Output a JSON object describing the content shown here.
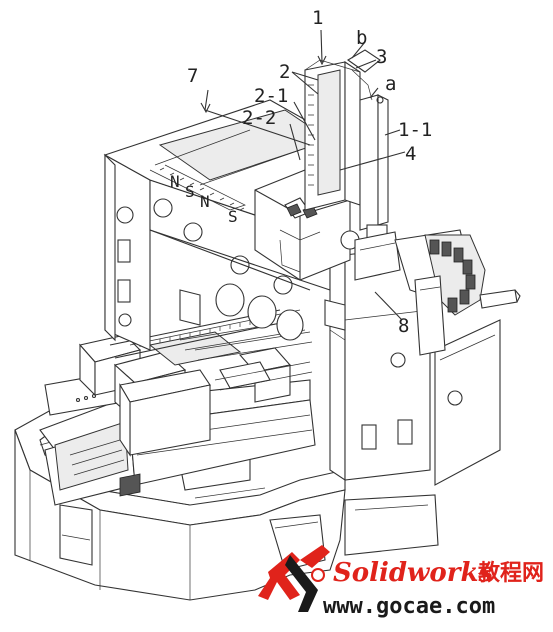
{
  "labels": {
    "l1": "1",
    "l2": "2",
    "l2_1": "2-1",
    "l2_2": "2-2",
    "l3": "3",
    "l4": "4",
    "l7": "7",
    "l8": "8",
    "l1_1": "1-1",
    "la": "a",
    "lb": "b"
  },
  "watermark": {
    "brand": "Solidworks",
    "cn": "教程网",
    "url": "www.gocae.com",
    "colors": {
      "brand": "#e0231b",
      "url": "#1a1a1a"
    }
  }
}
